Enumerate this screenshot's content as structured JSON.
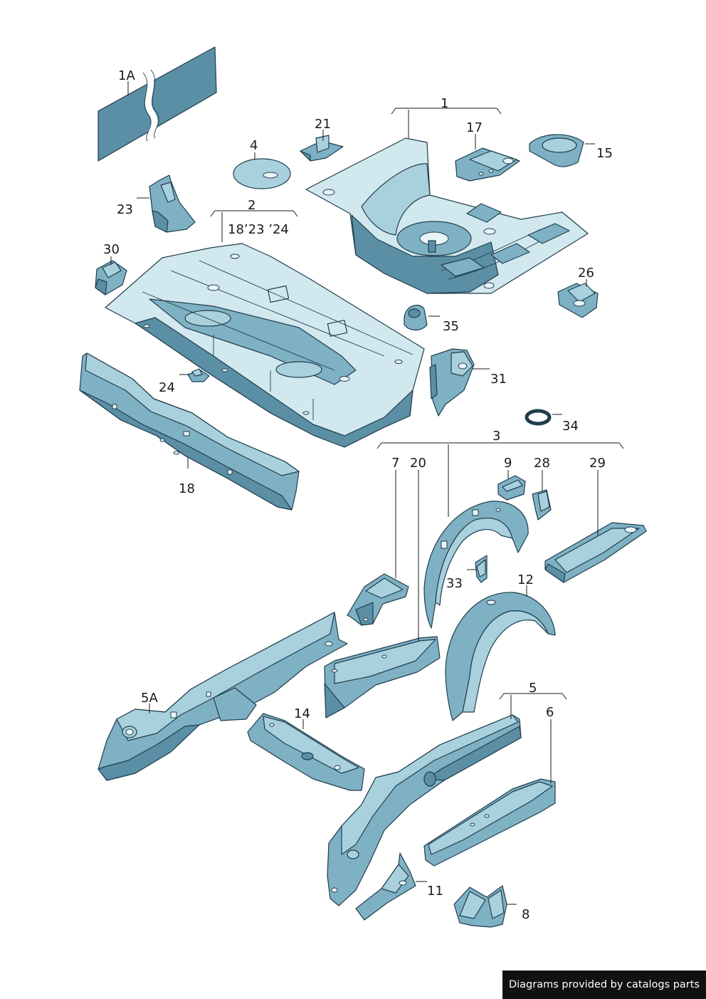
{
  "diagram": {
    "labels": {
      "l1A": "1A",
      "l1": "1",
      "l2": "2",
      "l2sub": "18’23 ’24",
      "l3": "3",
      "l4": "4",
      "l5": "5",
      "l5A": "5A",
      "l6": "6",
      "l7": "7",
      "l8": "8",
      "l9": "9",
      "l11": "11",
      "l12": "12",
      "l14": "14",
      "l15": "15",
      "l17": "17",
      "l18": "18",
      "l20": "20",
      "l21": "21",
      "l23": "23",
      "l24": "24",
      "l26": "26",
      "l28": "28",
      "l29": "29",
      "l30": "30",
      "l31": "31",
      "l33": "33",
      "l34": "34",
      "l35": "35"
    },
    "colors": {
      "dark": "#5b8fa5",
      "mid": "#7fb1c4",
      "light": "#a9d1dd",
      "pale": "#d2e8ef",
      "outline": "#1f3d4d"
    }
  },
  "footer": {
    "text": "Diagrams provided by catalogs parts"
  }
}
